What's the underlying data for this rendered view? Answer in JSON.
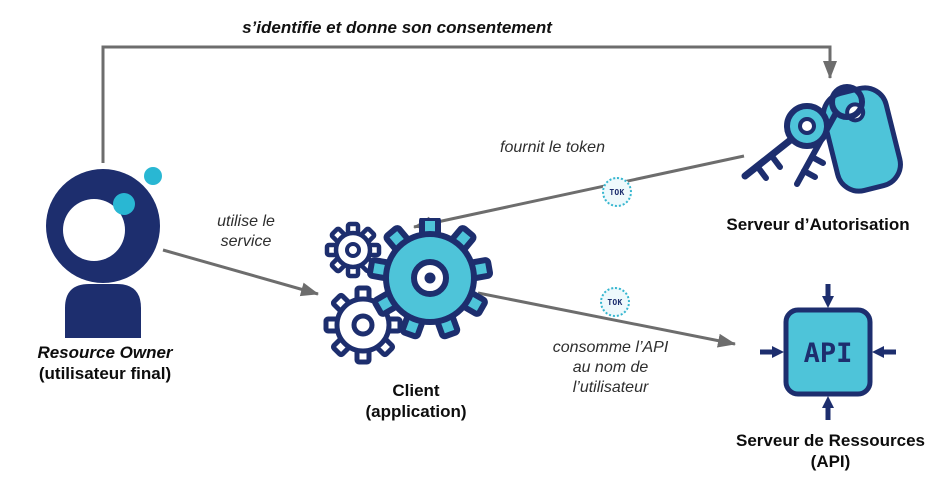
{
  "diagram": {
    "title_flow": "s’identifie et donne son consentement",
    "actors": {
      "resource_owner": [
        "Resource Owner",
        "(utilisateur final)"
      ],
      "client": [
        "Client",
        "(application)"
      ],
      "auth_server": "Serveur d’Autorisation",
      "resource_server": [
        "Serveur de Ressources",
        "(API)"
      ]
    },
    "flows": {
      "use_service": [
        "utilise le",
        "service"
      ],
      "provide_token": "fournit le token",
      "consume_api": [
        "consomme l’API",
        "au nom de",
        "l’utilisateur"
      ]
    },
    "token_label": "TOK",
    "api_label": "API",
    "colors": {
      "navy": "#1d2e6e",
      "teal": "#4ec4d9",
      "arrow_gray": "#6d6d6d"
    }
  }
}
